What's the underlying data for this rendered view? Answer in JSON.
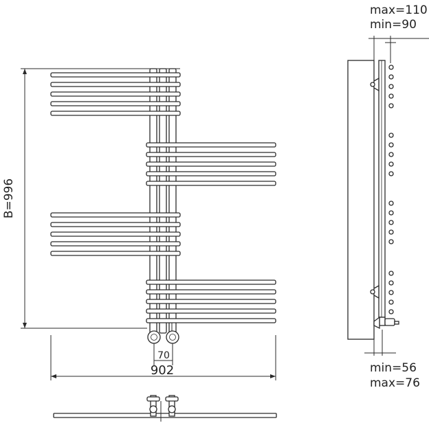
{
  "labels": {
    "height": "B=996",
    "valve_spacing": "70",
    "total_width": "902",
    "wall_max": "max=110",
    "wall_min": "min=90",
    "depth_min": "min=56",
    "depth_max": "max=76"
  },
  "colors": {
    "stroke": "#2a2a2a",
    "text": "#222222",
    "background": "#ffffff"
  }
}
